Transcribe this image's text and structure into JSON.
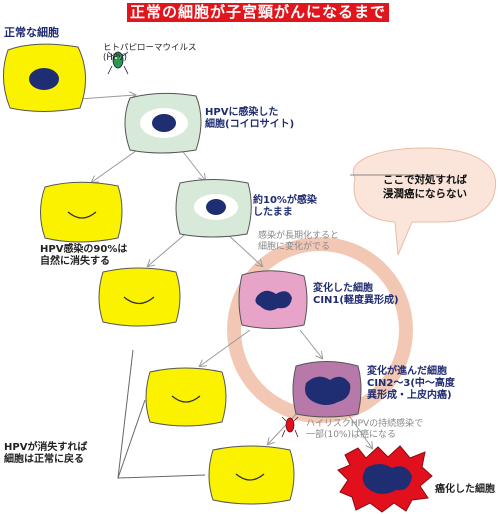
{
  "title": "正常の細胞が子宮頸がんになるまで",
  "labels": {
    "normal_cell": "正常な細胞",
    "hpv_virus": "ヒトパピローマウイルス\n(HPV)",
    "koilocyte": "HPVに感染した\n細胞(コイロサイト)",
    "ninety_percent": "HPV感染の90%は\n自然に消失する",
    "ten_percent": "約10%が感染\nしたまま",
    "long_term": "感染が長期化すると\n細胞に変化がでる",
    "cin1": "変化した細胞\nCIN1(軽度異形成)",
    "cin23": "変化が進んだ細胞\nCIN2〜3(中〜高度\n異形成・上皮内癌)",
    "hpv_disappear": "HPVが消失すれば\n細胞は正常に戻る",
    "high_risk": "ハイリスクHPVの持続感染で\n一部(10%)は癌になる",
    "cancer": "癌化した細胞"
  },
  "callout": {
    "text": "ここで対処すれば\n浸潤癌にならない"
  },
  "colors": {
    "title_bg": "#e0161c",
    "normal_cell": "#fbf200",
    "infected_cell": "#d7ead9",
    "cin1_cell": "#e8a3c9",
    "cin23_cell": "#b779a9",
    "cancer_cell": "#e2101d",
    "nucleus": "#1f2e73",
    "highlight_ring": "#f2c8b4",
    "callout_bg": "#fbe4d9"
  },
  "icons": [
    "hpv-virus-icon",
    "hpv-virus-icon-small"
  ]
}
